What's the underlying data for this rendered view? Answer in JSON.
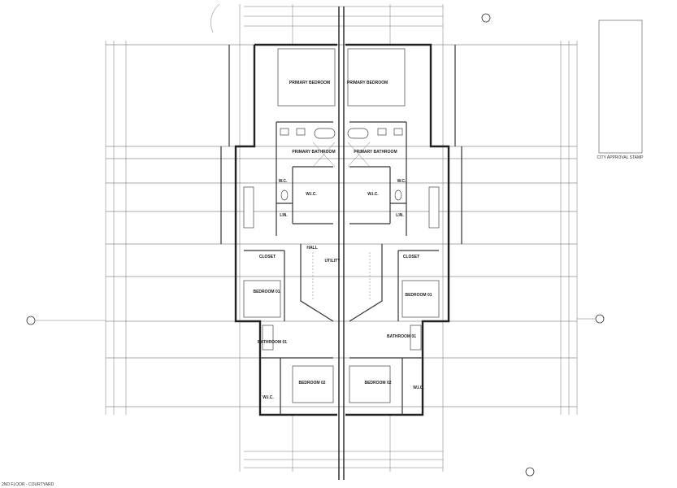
{
  "sheet": {
    "title": "2ND FLOOR - COURTYARD",
    "stamp_label": "CITY APPROVAL STAMP"
  },
  "rooms": {
    "primary_bedroom_left": "PRIMARY BEDROOM",
    "primary_bedroom_right": "PRIMARY BEDROOM",
    "primary_bathroom_left": "PRIMARY BATHROOM",
    "primary_bathroom_right": "PRIMARY BATHROOM",
    "wc_left": "W.C.",
    "wc_right": "W.C.",
    "wic_left": "W.I.C.",
    "wic_right": "W.I.C.",
    "lin_left": "LIN.",
    "lin_right": "LIN.",
    "hall": "HALL",
    "utility": "UTILITY",
    "closet_left": "CLOSET",
    "closet_right": "CLOSET",
    "bedroom01_left": "BEDROOM 01",
    "bedroom01_right": "BEDROOM 01",
    "bathroom01_left": "BATHROOM 01",
    "bathroom01_right": "BATHROOM 01",
    "bedroom02_left": "BEDROOM 02",
    "bedroom02_right": "BEDROOM 02",
    "wic2_left": "W.I.C.",
    "wic2_right": "W.I.C."
  }
}
